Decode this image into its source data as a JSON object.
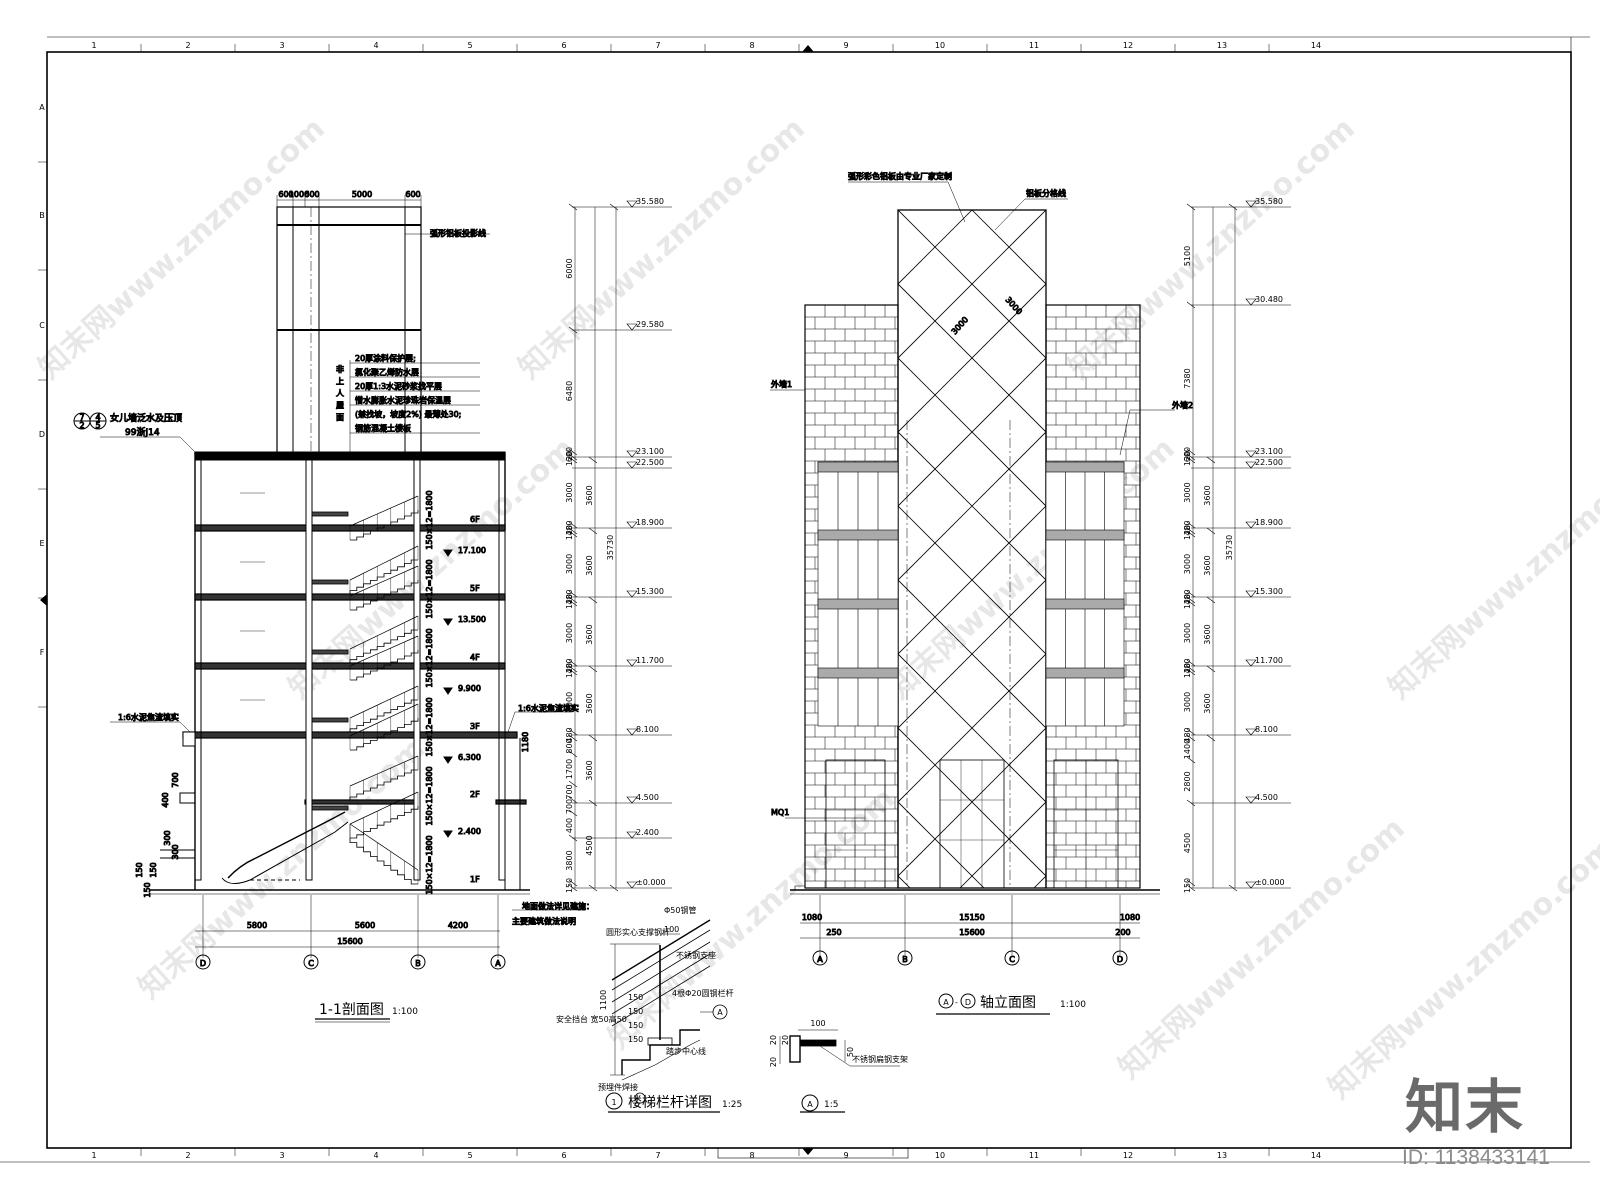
{
  "border": {
    "grid_cols": [
      "1",
      "2",
      "3",
      "4",
      "5",
      "6",
      "7",
      "8",
      "9",
      "10",
      "11",
      "12",
      "13",
      "14"
    ],
    "grid_rows": [
      "A",
      "B",
      "C",
      "D",
      "E",
      "F"
    ]
  },
  "section": {
    "title": "1-1剖面图",
    "scale": "1:100",
    "top_dims": [
      "600",
      "1000",
      "600",
      "5000",
      "600"
    ],
    "arc_label": "弧形铝板投影线",
    "roof_notes": [
      "20厚涂料保护层;",
      "氯化聚乙烯防水层",
      "20厚1:3水泥砂浆找平层",
      "憎水膨胀水泥珍珠岩保温层",
      "(兼找坡，坡度2%) 最薄处30;",
      "钢筋混凝土楼板"
    ],
    "roof_side": [
      "非",
      "上",
      "人",
      "屋",
      "面"
    ],
    "parapet_note": "女儿墙泛水及压顶",
    "parapet_ref": "99浙J14",
    "bubble1": [
      "7",
      "2"
    ],
    "bubble2": [
      "4",
      "5"
    ],
    "fill_left": "1:6水泥焦渣填实",
    "fill_right": "1:6水泥焦渣填实",
    "bottom_dims": [
      "5800",
      "5600",
      "4200"
    ],
    "bottom_total": "15600",
    "axes": [
      "D",
      "C",
      "B",
      "A"
    ],
    "floors": [
      "6F",
      "5F",
      "4F",
      "3F",
      "2F",
      "1F"
    ],
    "floor_levels": [
      "17.100",
      "13.500",
      "9.900",
      "6.300",
      "2.400"
    ],
    "dim_left": [
      "400",
      "700",
      "300",
      "300",
      "150",
      "150",
      "150"
    ],
    "dim_mid": [
      "1180"
    ],
    "ground_note1": "地面做法详见建施：",
    "ground_note2": "主要建筑做法说明"
  },
  "elev_dims_section": {
    "levels": [
      "35.580",
      "29.580",
      "23.100",
      "22.500",
      "18.900",
      "15.300",
      "11.700",
      "8.100",
      "4.500",
      "2.400",
      "±0.000"
    ],
    "col_a": [
      "6000",
      "6480",
      "600",
      "120",
      "3000",
      "480",
      "120",
      "3000",
      "480",
      "120",
      "3000",
      "480",
      "120",
      "3000",
      "480",
      "800",
      "1700",
      "700",
      "700",
      "400",
      "3800",
      "150"
    ],
    "col_b": [
      "3600",
      "3600",
      "3600",
      "3600",
      "3600",
      "4500"
    ],
    "col_c": [
      "35730"
    ]
  },
  "elevation": {
    "title": "A-D 轴立面图",
    "title_axes": [
      "A",
      "D"
    ],
    "title_text": "轴立面图",
    "scale": "1:100",
    "note_top1": "弧形彩色铝板由专业厂家定制",
    "note_top2": "铝板分格线",
    "grid_dims": [
      "3000",
      "3000"
    ],
    "wall1": "外墙1",
    "wall2": "外墙2",
    "door": "MQ1",
    "bottom_dims_top": [
      "1080",
      "15150",
      "1080"
    ],
    "bottom_dims_bot": [
      "250",
      "15600",
      "200"
    ],
    "axes": [
      "A",
      "B",
      "C",
      "D"
    ],
    "levels": [
      "35.580",
      "30.480",
      "23.100",
      "22.500",
      "18.900",
      "15.300",
      "11.700",
      "8.100",
      "4.500",
      "±0.000"
    ],
    "col_a": [
      "5100",
      "7380",
      "600",
      "120",
      "3000",
      "480",
      "120",
      "3000",
      "480",
      "120",
      "3000",
      "480",
      "120",
      "3000",
      "480",
      "1400",
      "2800",
      "4500",
      "150"
    ],
    "col_b": [
      "3600",
      "3600",
      "3600",
      "3600"
    ],
    "col_c": [
      "35730"
    ]
  },
  "rail_detail": {
    "title": "楼梯栏杆详图",
    "num": "1",
    "scale": "1:25",
    "labels": [
      "Φ50钢管",
      "圆形实心支撑钢杆",
      "不锈钢支座",
      "4根Φ20圆钢栏杆",
      "安全挡台 宽50高50",
      "预埋件焊接",
      "踏步中心线"
    ],
    "dims": [
      "100",
      "1100"
    ],
    "side": [
      "150",
      "150",
      "150",
      "150"
    ],
    "bubble": "A"
  },
  "detail_a": {
    "title": "A",
    "scale": "1:5",
    "dims": [
      "100",
      "20",
      "20",
      "50",
      "20"
    ],
    "label": "不锈钢扁钢支架"
  },
  "brand": {
    "logo_text": "知末",
    "id_text": "ID: 1138433141",
    "watermark": "知末网www.znzmo.com"
  }
}
